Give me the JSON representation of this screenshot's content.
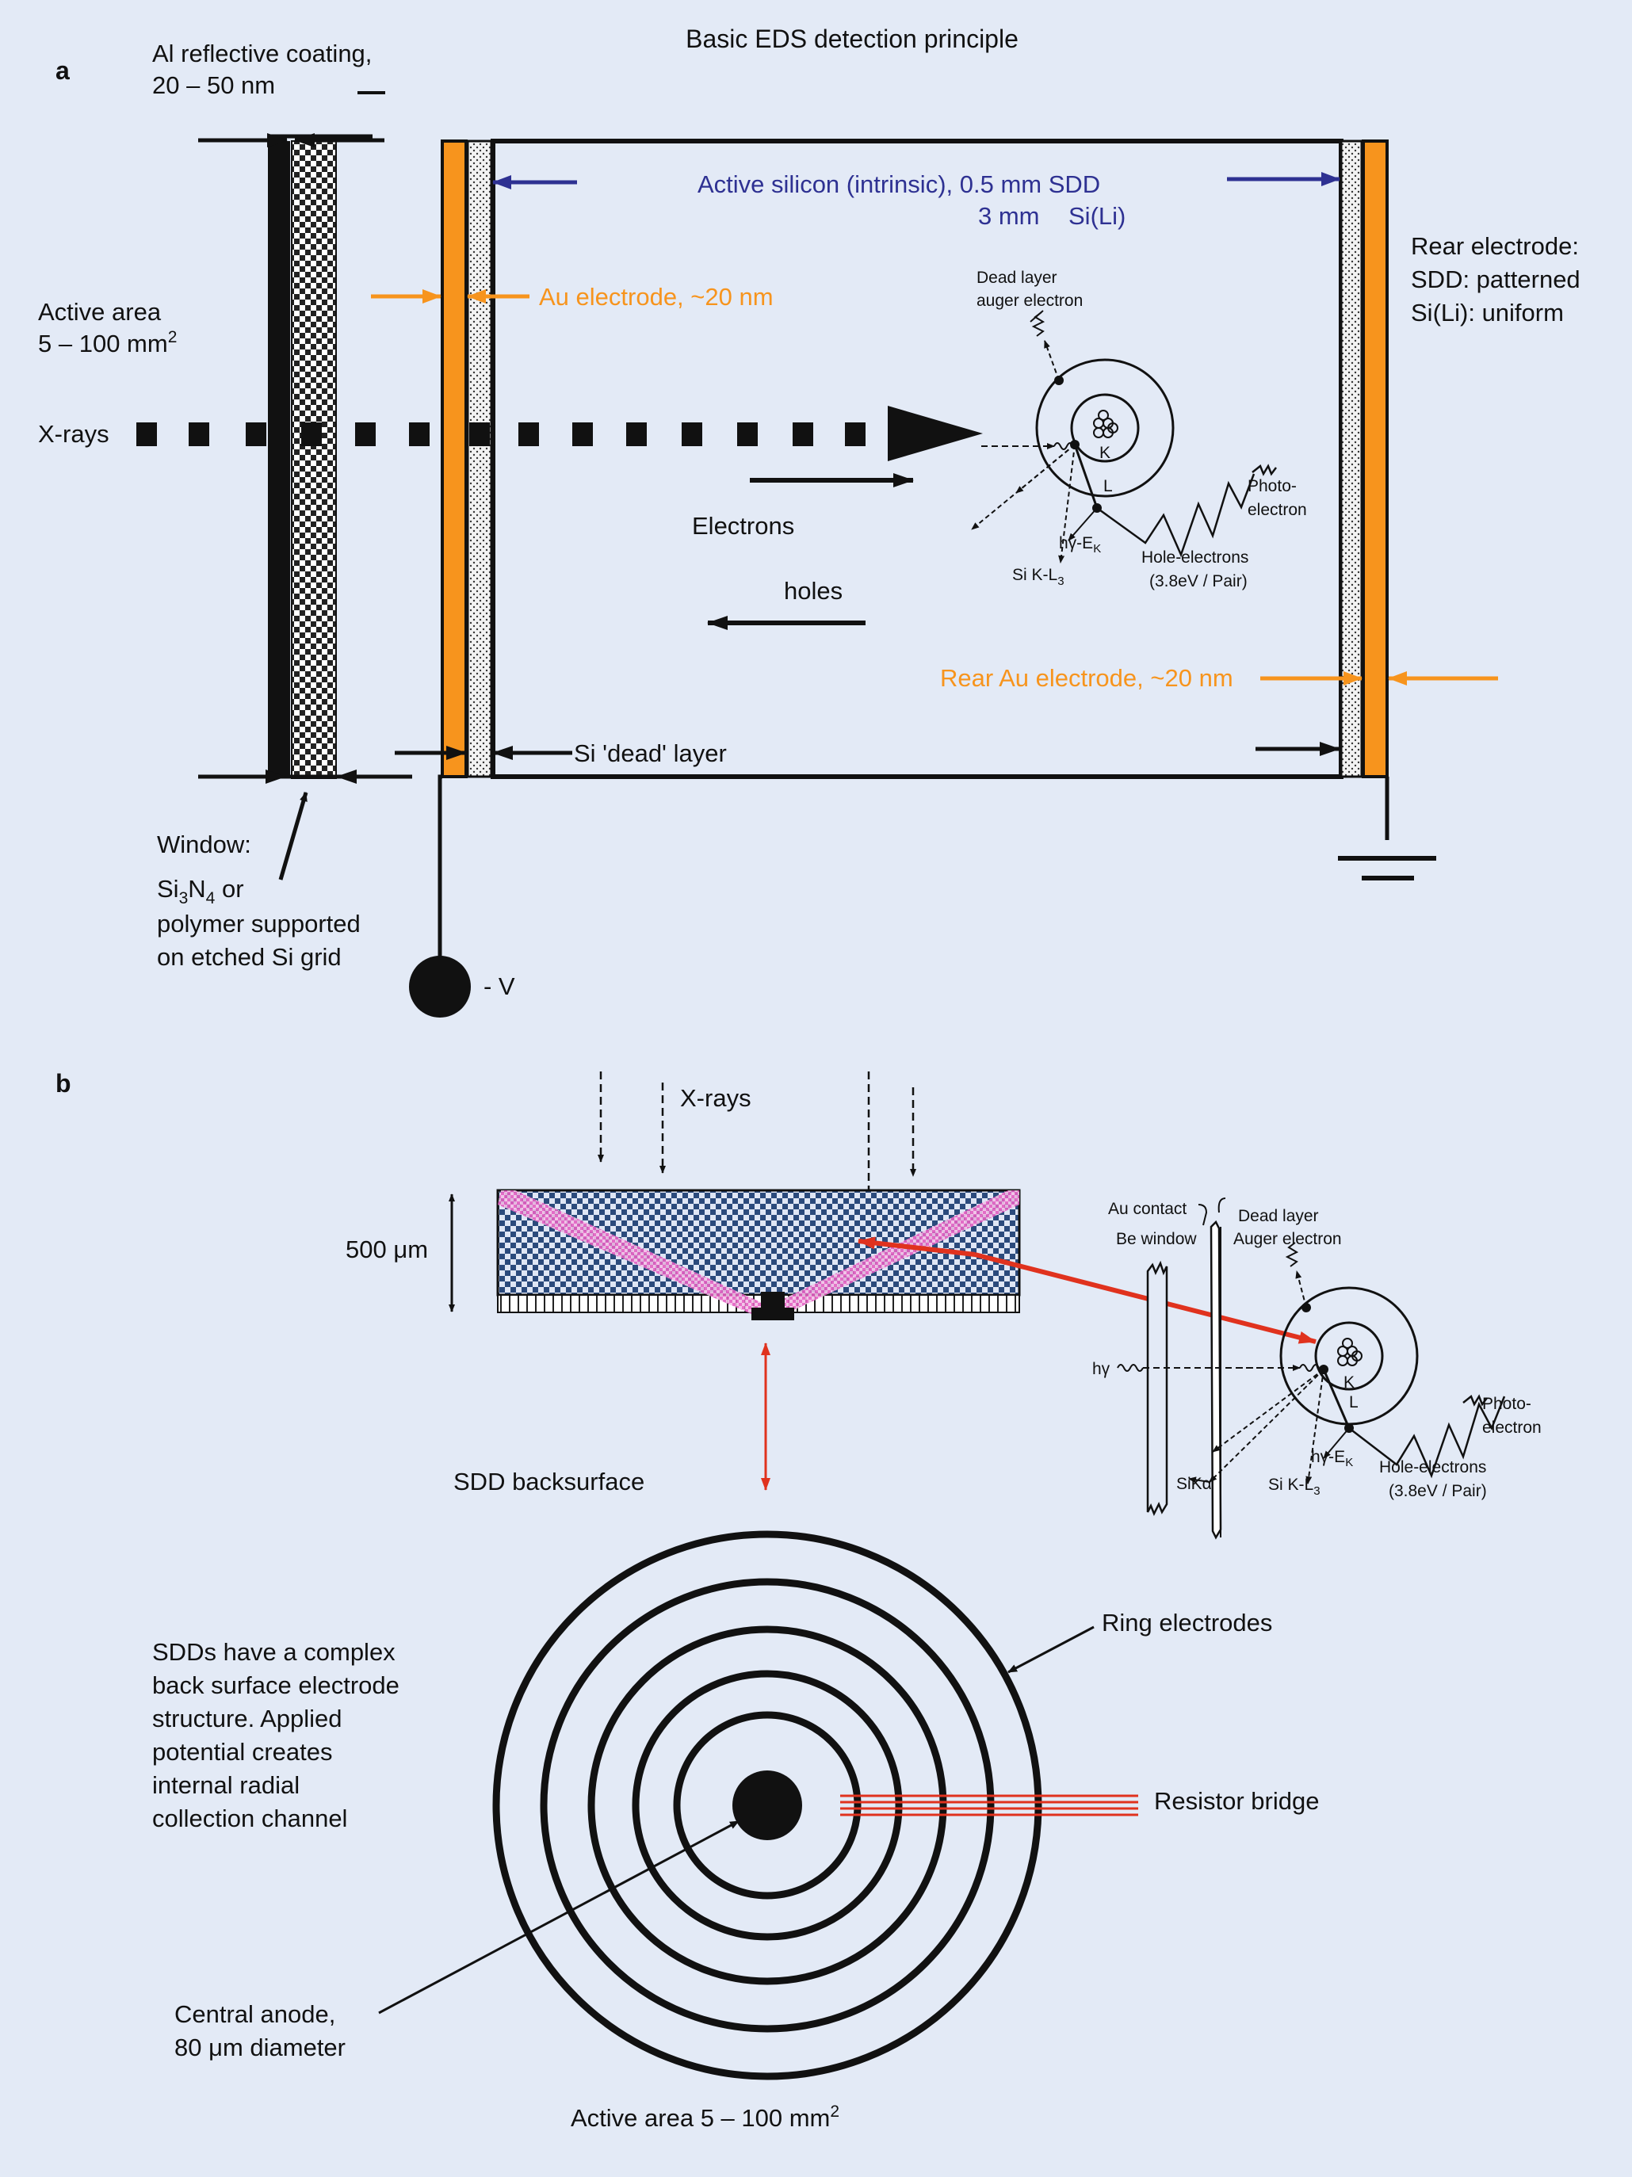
{
  "title": "Basic EDS detection principle",
  "panel_a": {
    "letter": "a",
    "al_coating": [
      "Al reflective coating,",
      "20 – 50 nm"
    ],
    "active_area": [
      "Active area",
      "5 – 100 mm",
      "2"
    ],
    "xrays": "X-rays",
    "active_silicon": [
      "Active silicon (intrinsic), 0.5 mm SDD",
      "3 mm",
      "Si(Li)"
    ],
    "au_electrode": "Au electrode, ~20 nm",
    "rear_electrode": [
      "Rear electrode:",
      "SDD: patterned",
      "Si(Li): uniform"
    ],
    "dead_layer_auger": [
      "Dead layer",
      "auger electron"
    ],
    "photo_electron": [
      "Photo-",
      "electron"
    ],
    "shell_k": "K",
    "shell_l": "L",
    "h_gamma": "hγ-E",
    "h_gamma_sub": "K",
    "si_kl": "Si K-L",
    "si_kl_sub": "3",
    "hole_electrons": [
      "Hole-electrons",
      "(3.8eV / Pair)"
    ],
    "electrons": "Electrons",
    "holes": "holes",
    "rear_au": "Rear Au electrode, ~20 nm",
    "dead_layer": "Si 'dead' layer",
    "window": [
      "Window:",
      "Si",
      "3",
      "N",
      "4",
      " or",
      "polymer supported",
      "on etched Si grid"
    ],
    "minus_v": "- V"
  },
  "panel_b": {
    "letter": "b",
    "xrays": "X-rays",
    "thickness": "500 μm",
    "backsurface": "SDD backsurface",
    "au_contact": "Au contact",
    "be_window": "Be window",
    "dead_layer_auger": [
      "Dead layer",
      "Auger electron"
    ],
    "h_gamma_in": "hγ",
    "shell_k": "K",
    "shell_l": "L",
    "photo_electron": [
      "Photo-",
      "electron"
    ],
    "h_gamma": "hγ-E",
    "h_gamma_sub": "K",
    "si_kalpha": "SiKα",
    "si_kl": "Si K-L",
    "si_kl_sub": "3",
    "hole_electrons": [
      "Hole-electrons",
      "(3.8eV / Pair)"
    ],
    "ring_electrodes": "Ring electrodes",
    "resistor_bridge": "Resistor bridge",
    "description": [
      "SDDs have a complex",
      "back surface electrode",
      "structure.  Applied",
      "potential creates",
      "internal radial",
      "collection channel"
    ],
    "central_anode": [
      "Central anode,",
      "80 μm diameter"
    ],
    "active_area": [
      "Active area 5 – 100 mm",
      "2"
    ]
  },
  "colors": {
    "background": "#e3eaf6",
    "orange": "#f7941d",
    "blue": "#2e3192",
    "red": "#e0321e",
    "pink": "#e779c8",
    "checker": "#2b4a7c"
  }
}
